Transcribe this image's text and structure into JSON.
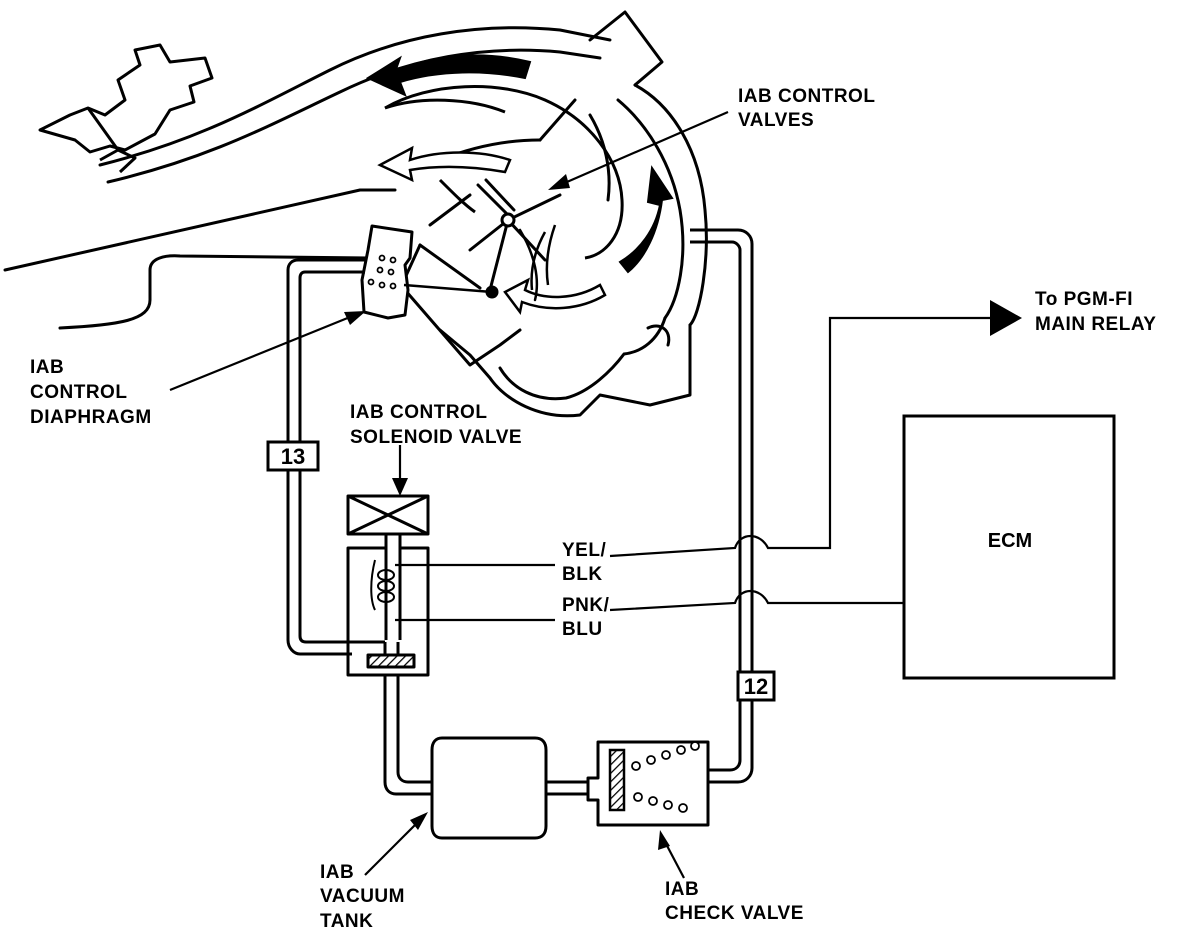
{
  "labels": {
    "control_valves": [
      "IAB CONTROL",
      "VALVES"
    ],
    "main_relay": [
      "To PGM-FI",
      "MAIN RELAY"
    ],
    "diaphragm": [
      "IAB",
      "CONTROL",
      "DIAPHRAGM"
    ],
    "solenoid_valve": [
      "IAB CONTROL",
      "SOLENOID VALVE"
    ],
    "wire_yel_blk": [
      "YEL/",
      "BLK"
    ],
    "wire_pnk_blu": [
      "PNK/",
      "BLU"
    ],
    "ecm": "ECM",
    "vacuum_tank": [
      "IAB",
      "VACUUM",
      "TANK"
    ],
    "check_valve": [
      "IAB",
      "CHECK VALVE"
    ]
  },
  "hose_tags": {
    "left": "13",
    "right": "12"
  }
}
